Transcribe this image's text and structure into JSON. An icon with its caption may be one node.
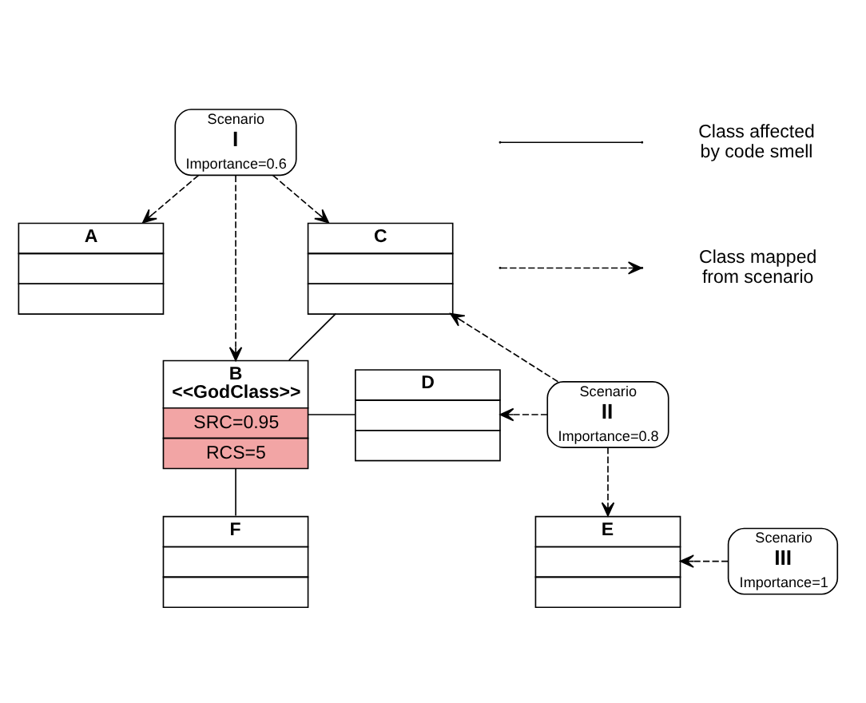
{
  "diagram": {
    "nodes": [
      {
        "text": [
          "Scenario",
          "I",
          "Importance=0.6"
        ]
      },
      {
        "text": [
          "A"
        ]
      },
      {
        "text": [
          "C"
        ]
      },
      {
        "text": [
          "B",
          "<<GodClass>>",
          "SRC=0.95",
          "RCS=5"
        ]
      },
      {
        "text": [
          "D"
        ]
      },
      {
        "text": [
          "Scenario",
          "II",
          "Importance=0.8"
        ]
      },
      {
        "text": [
          "F"
        ]
      },
      {
        "text": [
          "E"
        ]
      },
      {
        "text": [
          "Scenario",
          "III",
          "Importance=1"
        ]
      }
    ],
    "edges": [
      {
        "from": 0,
        "to": 1,
        "arrow": "to",
        "style": "dashed"
      },
      {
        "from": 0,
        "to": 3,
        "arrow": "to",
        "style": "dashed"
      },
      {
        "from": 0,
        "to": 2,
        "arrow": "to",
        "style": "dashed"
      },
      {
        "from": 2,
        "to": 3,
        "arrow": "none"
      },
      {
        "from": 5,
        "to": 2,
        "arrow": "to",
        "style": "dashed"
      },
      {
        "from": 3,
        "to": 4,
        "arrow": "none"
      },
      {
        "from": 5,
        "to": 4,
        "arrow": "to",
        "style": "dashed"
      },
      {
        "from": 5,
        "to": 7,
        "arrow": "to",
        "style": "dashed"
      },
      {
        "from": 3,
        "to": 6,
        "arrow": "none"
      },
      {
        "from": 8,
        "to": 7,
        "arrow": "to",
        "style": "dashed"
      }
    ],
    "legend": [
      {
        "text": "Class affected by code smell"
      },
      {
        "text": "Class mapped from scenario"
      }
    ]
  }
}
